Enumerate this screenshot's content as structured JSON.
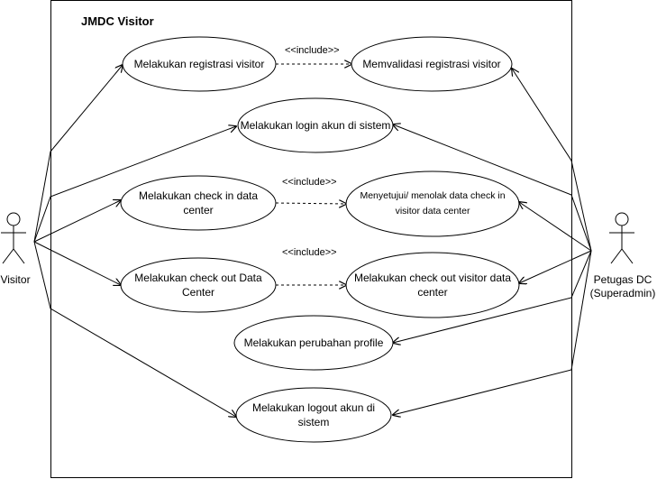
{
  "system": {
    "title": "JMDC Visitor"
  },
  "actors": {
    "visitor": {
      "label": "Visitor"
    },
    "petugas": {
      "label_line1": "Petugas DC",
      "label_line2": "(Superadmin)"
    }
  },
  "use_cases": {
    "registrasi": "Melakukan registrasi visitor",
    "validasi": "Memvalidasi registrasi visitor",
    "login": "Melakukan login akun di sistem",
    "checkin_line1": "Melakukan check in data",
    "checkin_line2": "center",
    "menyetujui_line1": "Menyetujui/ menolak data check in",
    "menyetujui_line2": "visitor data center",
    "checkout_line1": "Melakukan check out Data",
    "checkout_line2": "Center",
    "checkout_visitor_line1": "Melakukan check out visitor data",
    "checkout_visitor_line2": "center",
    "profile": "Melakukan perubahan profile",
    "logout_line1": "Melakukan logout akun di",
    "logout_line2": "sistem"
  },
  "relations": {
    "include_label": "<<include>>"
  }
}
